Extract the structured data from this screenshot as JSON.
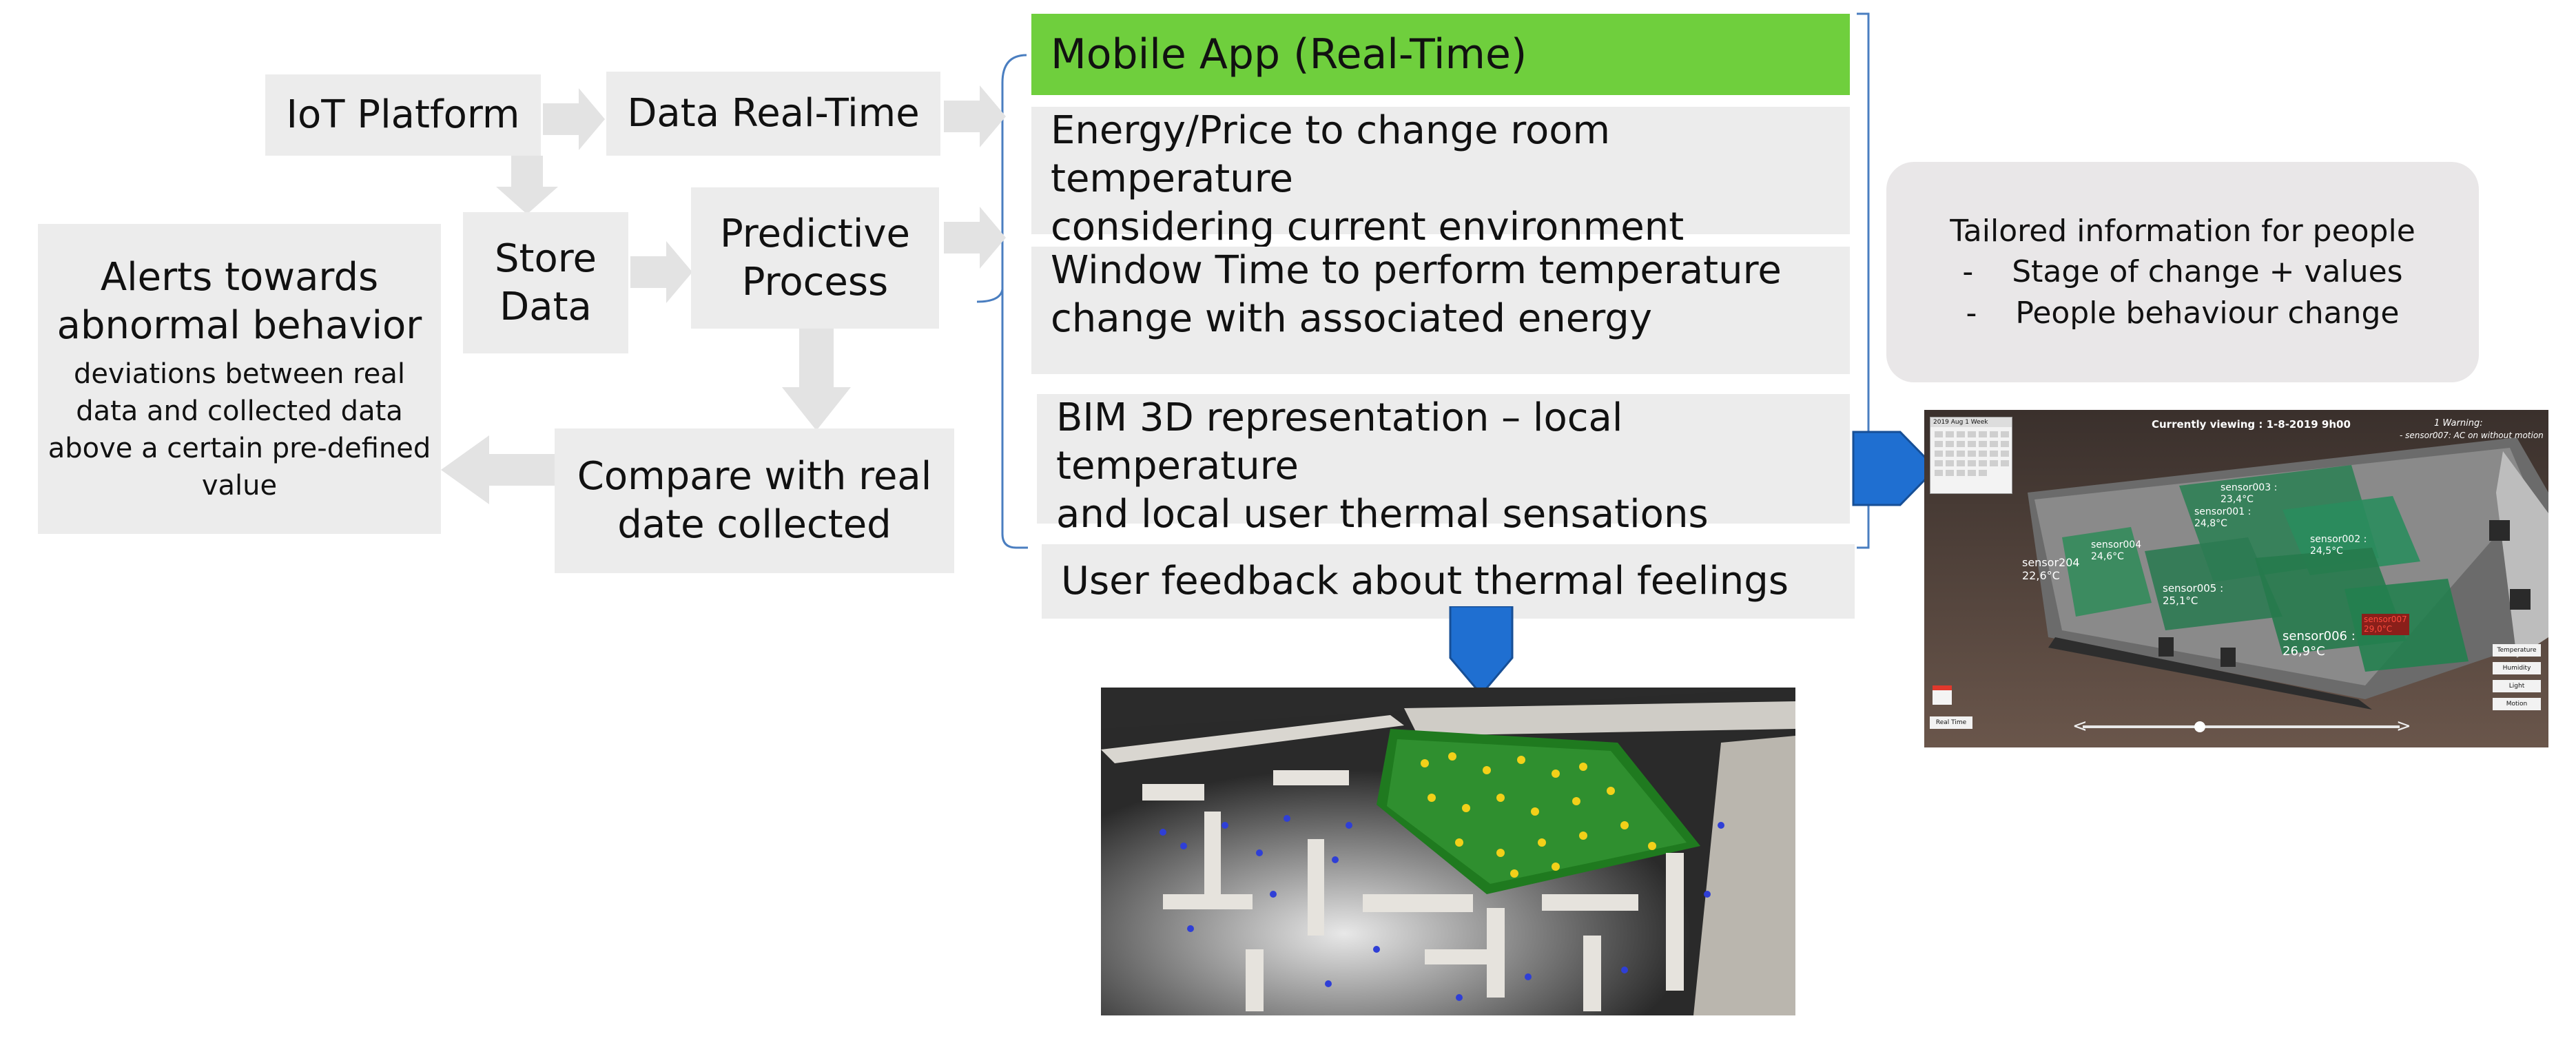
{
  "flow": {
    "iot_platform": "IoT Platform",
    "data_real_time": "Data Real-Time",
    "store_data_line1": "Store",
    "store_data_line2": "Data",
    "predictive_line1": "Predictive",
    "predictive_line2": "Process",
    "compare_line1": "Compare with real",
    "compare_line2": "date collected",
    "alerts_title_line1": "Alerts towards",
    "alerts_title_line2": "abnormal behavior",
    "alerts_desc_line1": "deviations between real",
    "alerts_desc_line2": "data and collected data",
    "alerts_desc_line3": "above a certain pre-defined",
    "alerts_desc_line4": "value"
  },
  "mobile_app": {
    "title": "Mobile App (Real-Time)",
    "title_color": "#6fcf3d",
    "items": [
      {
        "line1": "Energy/Price to change room temperature",
        "line2": "considering current environment conditions"
      },
      {
        "line1": "Window Time to perform  temperature",
        "line2": "change with associated energy"
      },
      {
        "line1": "BIM 3D representation – local temperature",
        "line2": "and local user thermal sensations"
      }
    ],
    "feedback": "User feedback about thermal feelings"
  },
  "tailored": {
    "title": "Tailored information for people",
    "bullet1": "-    Stage of change + values",
    "bullet2": "-    People behaviour change"
  },
  "bim_view": {
    "header": "Currently viewing :  1-8-2019  9h00",
    "warning_line1": "1 Warning:",
    "warning_line2": "- sensor007: AC on without motion",
    "sensors": [
      {
        "name": "sensor003 :",
        "value": "23,4°C"
      },
      {
        "name": "sensor001 :",
        "value": "24,8°C"
      },
      {
        "name": "sensor002 :",
        "value": "24,5°C"
      },
      {
        "name": "sensor004",
        "value": "24,6°C"
      },
      {
        "name": "sensor204",
        "value": "22,6°C"
      },
      {
        "name": "sensor005 :",
        "value": "25,1°C"
      },
      {
        "name": "sensor006 :",
        "value": "26,9°C"
      },
      {
        "name": "sensor007",
        "value": "29,0°C"
      }
    ],
    "buttons": [
      "Temperature",
      "Humidity",
      "Light",
      "Motion"
    ],
    "real_time_button": "Real Time",
    "calendar_header": "2019 Aug 1 Week"
  },
  "colors": {
    "box_gray": "#ececec",
    "arrow_gray": "#e3e3e3",
    "bracket_blue": "#4a7ec0",
    "arrow_blue": "#1f6fd1",
    "green_app": "#6fcf3d"
  }
}
